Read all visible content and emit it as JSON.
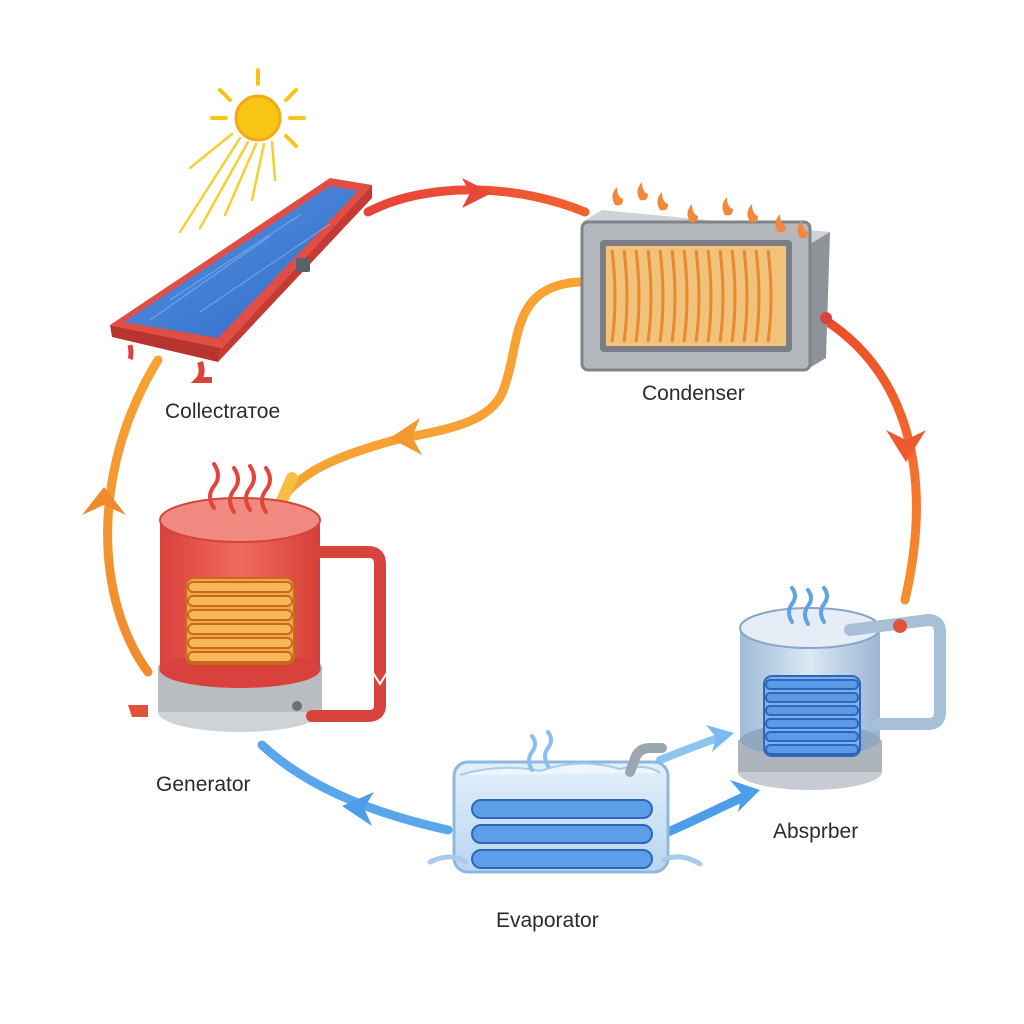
{
  "components": {
    "collector": {
      "label": "Collectrатое"
    },
    "condenser": {
      "label": "Condenser"
    },
    "generator": {
      "label": "Generator"
    },
    "absorber": {
      "label": "Absprber"
    },
    "evaporator": {
      "label": "Evaporator"
    }
  },
  "colors": {
    "hot_flow": "#ee4b2b",
    "warm_flow": "#f7a233",
    "cold_flow": "#4d9ee8",
    "sun": "#f9c515",
    "panel_frame": "#d9433d",
    "panel_glass": "#3f7fd8",
    "generator_body": "#e8524a",
    "coil_hot": "#f29a3a",
    "absorber_body": "#b9cfe6",
    "coil_cold": "#3c7fe0",
    "evaporator_body": "#cfe4f7",
    "condenser_frame": "#a9adb2"
  },
  "icons": [
    "sun-icon",
    "heat-flame-icon",
    "steam-wisp-icon",
    "flow-arrow-icon"
  ]
}
